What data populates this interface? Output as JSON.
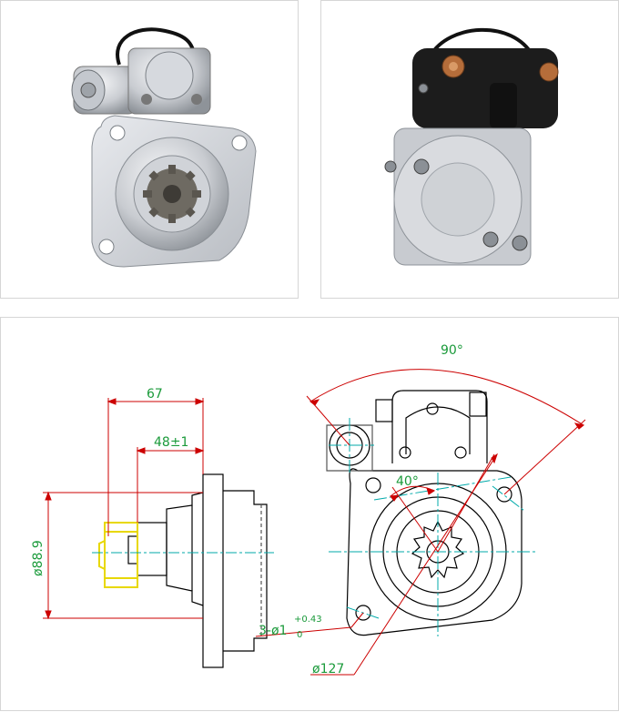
{
  "photos": [
    {
      "view": "front",
      "icon": "starter-motor-front-photo"
    },
    {
      "view": "rear",
      "icon": "starter-motor-rear-photo"
    }
  ],
  "drawing": {
    "dimensions": {
      "length_67": "67",
      "length_48": "48±1",
      "diameter_88": "ø88.9",
      "angle_90": "90°",
      "angle_40": "40°",
      "holes_prefix": "3-ø1",
      "holes_tol_upper": "+0.43",
      "holes_tol_lower": "0",
      "diameter_127": "ø127"
    },
    "colors": {
      "outline": "#000000",
      "dimension_line": "#cc0000",
      "dimension_text": "#1a9a3a",
      "centerline": "#00aaaa",
      "pinion": "#e8d800"
    }
  }
}
